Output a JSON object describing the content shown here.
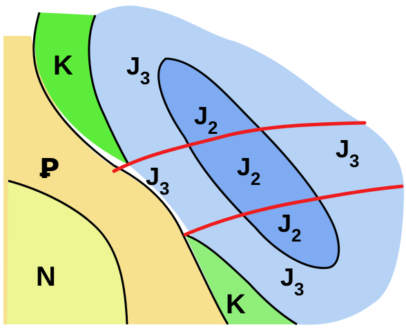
{
  "map": {
    "units": [
      {
        "id": "N",
        "label": "N",
        "color": "#eef593"
      },
      {
        "id": "P",
        "label": "Ꝑ",
        "color": "#f7e08e"
      },
      {
        "id": "K",
        "label": "K",
        "color": "#5eec3c",
        "color_south": "#90ee7a"
      },
      {
        "id": "J3",
        "label": "J",
        "sub": "3",
        "color": "#b6d2f5"
      },
      {
        "id": "J2",
        "label": "J",
        "sub": "2",
        "color": "#7eabf2"
      }
    ],
    "labels": {
      "k_north": "K",
      "k_south": "K",
      "paleogene": "Ꝑ",
      "neogene": "N",
      "j3_top": {
        "main": "J",
        "sub": "3"
      },
      "j3_right": {
        "main": "J",
        "sub": "3"
      },
      "j3_left": {
        "main": "J",
        "sub": "3"
      },
      "j3_bottom": {
        "main": "J",
        "sub": "3"
      },
      "j2_top": {
        "main": "J",
        "sub": "2"
      },
      "j2_mid": {
        "main": "J",
        "sub": "2"
      },
      "j2_low": {
        "main": "J",
        "sub": "2"
      }
    },
    "fault_color": "#ee1c1c",
    "contact_color": "#000000"
  }
}
